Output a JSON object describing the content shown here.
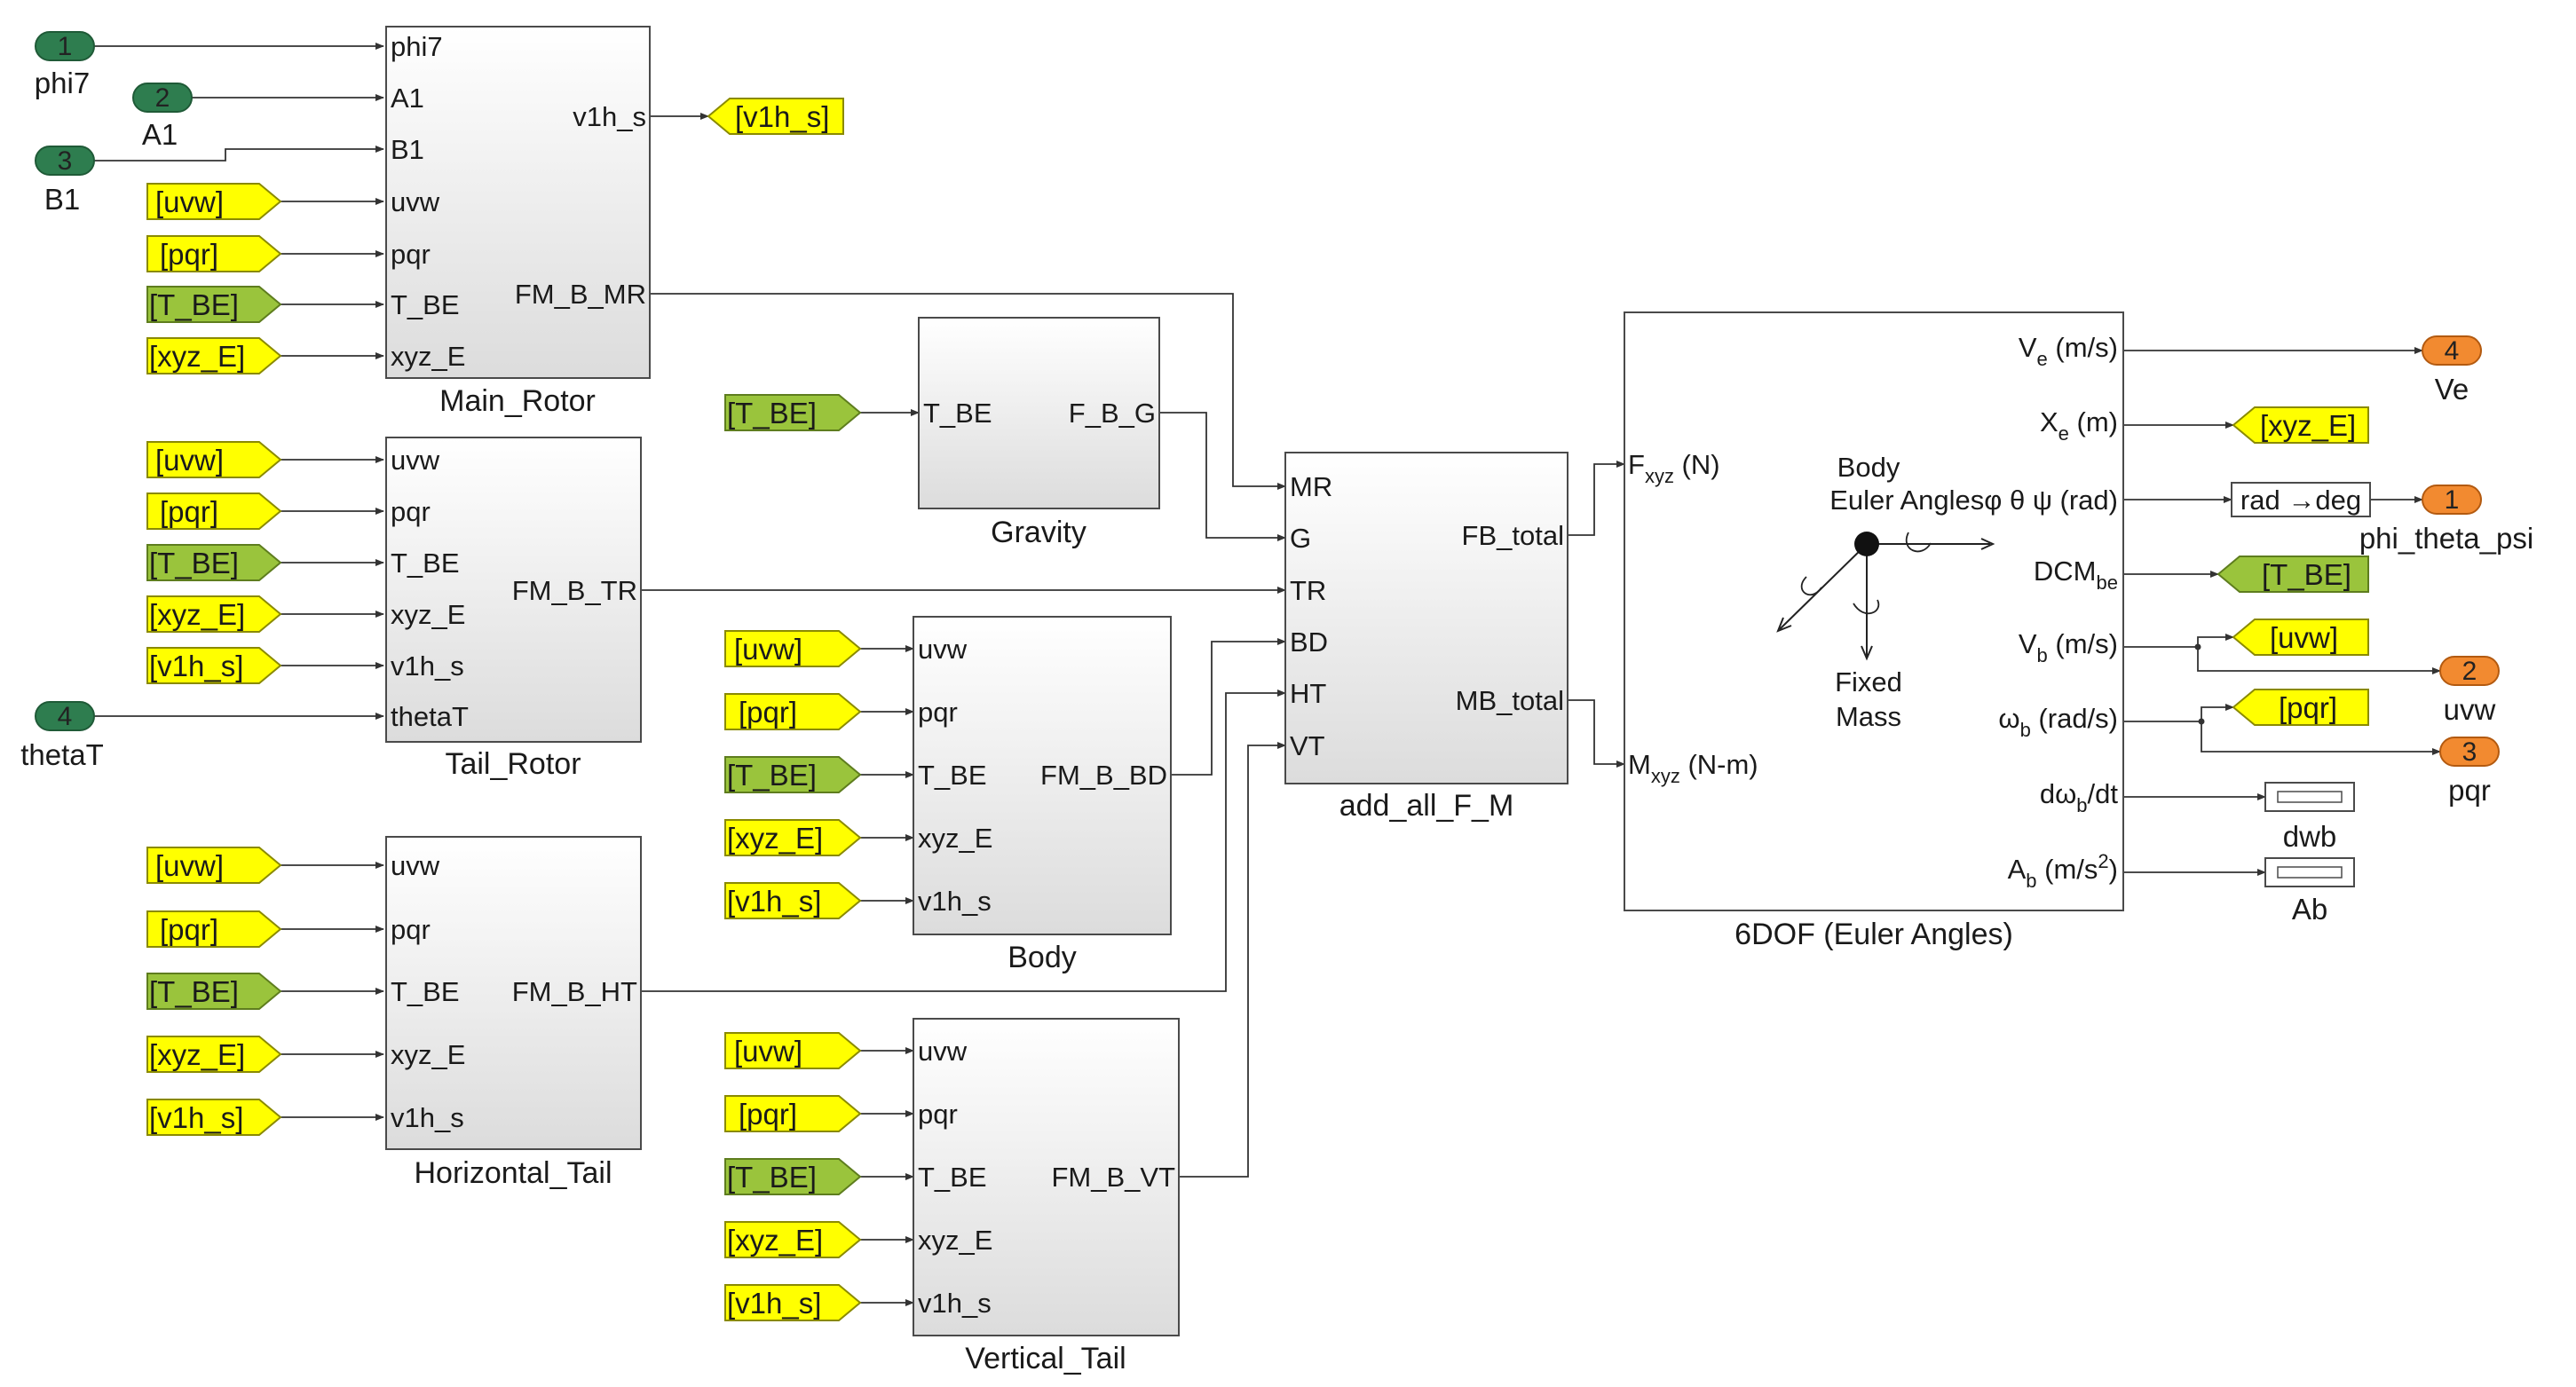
{
  "inports": [
    {
      "num": "1",
      "label": "phi7"
    },
    {
      "num": "2",
      "label": "A1"
    },
    {
      "num": "3",
      "label": "B1"
    },
    {
      "num": "4",
      "label": "thetaT"
    }
  ],
  "outports": [
    {
      "num": "4",
      "label": "Ve"
    },
    {
      "num": "1",
      "label": "phi_theta_psi"
    },
    {
      "num": "2",
      "label": "uvw"
    },
    {
      "num": "3",
      "label": "pqr"
    }
  ],
  "blocks": {
    "main_rotor": {
      "name": "Main_Rotor",
      "inputs": [
        "phi7",
        "A1",
        "B1",
        "uvw",
        "pqr",
        "T_BE",
        "xyz_E"
      ],
      "outputs": [
        "v1h_s",
        "FM_B_MR"
      ]
    },
    "tail_rotor": {
      "name": "Tail_Rotor",
      "inputs": [
        "uvw",
        "pqr",
        "T_BE",
        "xyz_E",
        "v1h_s",
        "thetaT"
      ],
      "outputs": [
        "FM_B_TR"
      ]
    },
    "horizontal_tail": {
      "name": "Horizontal_Tail",
      "inputs": [
        "uvw",
        "pqr",
        "T_BE",
        "xyz_E",
        "v1h_s"
      ],
      "outputs": [
        "FM_B_HT"
      ]
    },
    "gravity": {
      "name": "Gravity",
      "inputs": [
        "T_BE"
      ],
      "outputs": [
        "F_B_G"
      ]
    },
    "body": {
      "name": "Body",
      "inputs": [
        "uvw",
        "pqr",
        "T_BE",
        "xyz_E",
        "v1h_s"
      ],
      "outputs": [
        "FM_B_BD"
      ]
    },
    "vertical_tail": {
      "name": "Vertical_Tail",
      "inputs": [
        "uvw",
        "pqr",
        "T_BE",
        "xyz_E",
        "v1h_s"
      ],
      "outputs": [
        "FM_B_VT"
      ]
    },
    "add_all": {
      "name": "add_all_F_M",
      "inputs": [
        "MR",
        "G",
        "TR",
        "BD",
        "HT",
        "VT"
      ],
      "outputs": [
        "FB_total",
        "MB_total"
      ]
    },
    "six_dof": {
      "name": "6DOF (Euler Angles)",
      "in_force": {
        "main": "F",
        "sub": "xyz",
        "rest": " (N)"
      },
      "in_moment": {
        "main": "M",
        "sub": "xyz",
        "rest": " (N-m)"
      },
      "out_ve": {
        "main": "V",
        "sub": "e",
        "rest": " (m/s)"
      },
      "out_xe": {
        "main": "X",
        "sub": "e",
        "rest": " (m)"
      },
      "out_euler": "Euler Anglesφ θ ψ (rad)",
      "out_dcm": {
        "main": "DCM",
        "sub": "be"
      },
      "out_vb": {
        "main": "V",
        "sub": "b",
        "rest": " (m/s)"
      },
      "out_wb": {
        "main": "ω",
        "sub": "b",
        "rest": " (rad/s)"
      },
      "out_dwb": {
        "pre": "dω",
        "sub": "b",
        "rest": "/dt"
      },
      "out_ab": {
        "main": "A",
        "sub": "b",
        "rest": " (m/s",
        "sup": "2",
        "end": ")"
      },
      "icon_body": "Body",
      "icon_fixed": "Fixed",
      "icon_mass": "Mass"
    }
  },
  "goto_tags": {
    "main_rotor": [
      "[uvw]",
      "[pqr]",
      "[T_BE]",
      "[xyz_E]"
    ],
    "tail_rotor": [
      "[uvw]",
      "[pqr]",
      "[T_BE]",
      "[xyz_E]",
      "[v1h_s]"
    ],
    "horizontal_tail": [
      "[uvw]",
      "[pqr]",
      "[T_BE]",
      "[xyz_E]",
      "[v1h_s]"
    ],
    "gravity": [
      "[T_BE]"
    ],
    "body": [
      "[uvw]",
      "[pqr]",
      "[T_BE]",
      "[xyz_E]",
      "[v1h_s]"
    ],
    "vertical_tail": [
      "[uvw]",
      "[pqr]",
      "[T_BE]",
      "[xyz_E]",
      "[v1h_s]"
    ],
    "v1h_out": "[v1h_s]",
    "six_dof_out": [
      "[xyz_E]",
      "[T_BE]",
      "[uvw]",
      "[pqr]"
    ]
  },
  "converter": "rad →deg",
  "displays": [
    "dwb",
    "Ab"
  ],
  "colors": {
    "inport": "#2e7d4f",
    "outport": "#f28a30",
    "tag_yellow": "#ffff00",
    "tag_green": "#9ac43c"
  }
}
